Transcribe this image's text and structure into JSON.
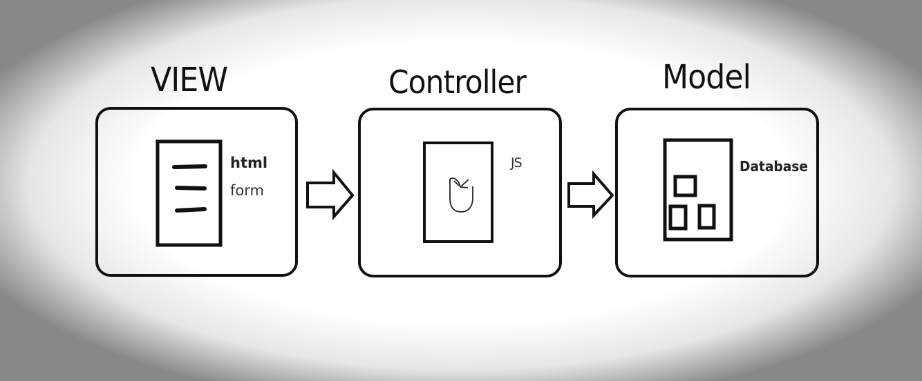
{
  "diagram": {
    "stages": [
      {
        "title": "VIEW",
        "labels": [
          "html",
          "form"
        ]
      },
      {
        "title": "Controller",
        "labels": [
          "JS"
        ]
      },
      {
        "title": "Model",
        "labels": [
          "Database"
        ]
      }
    ],
    "colors": {
      "stroke": "#111111",
      "background": "#ffffff",
      "vignette": "#808080"
    }
  }
}
